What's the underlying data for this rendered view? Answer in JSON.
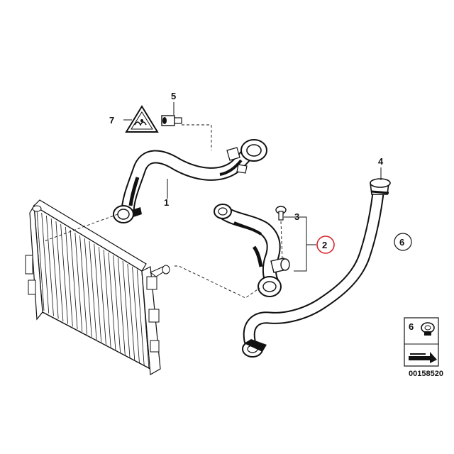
{
  "callouts": {
    "c1": "1",
    "c2": "2",
    "c3": "3",
    "c4": "4",
    "c5": "5",
    "c6": "6",
    "c7": "7"
  },
  "legend": {
    "item_number": "6",
    "code": "00158520"
  },
  "colors": {
    "highlight": "#d8262f",
    "ink": "#111111"
  }
}
